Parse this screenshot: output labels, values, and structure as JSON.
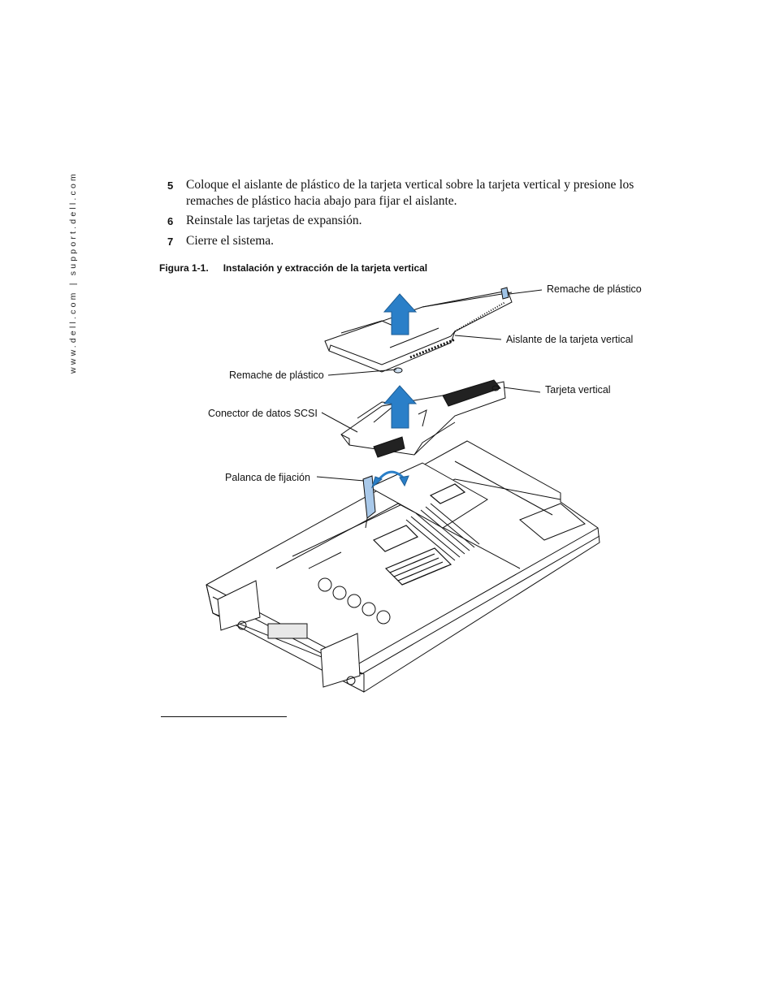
{
  "side_text": "www.dell.com | support.dell.com",
  "steps": [
    {
      "num": "5",
      "text": "Coloque el aislante de plástico de la tarjeta vertical sobre la tarjeta vertical y presione los remaches de plástico hacia abajo para fijar el aislante."
    },
    {
      "num": "6",
      "text": "Reinstale las tarjetas de expansión."
    },
    {
      "num": "7",
      "text": "Cierre el sistema."
    }
  ],
  "figure": {
    "label": "Figura 1-1.",
    "title": "Instalación y extracción de la tarjeta vertical",
    "callouts": {
      "rivet_top": "Remache de plástico",
      "insulator": "Aislante de la tarjeta vertical",
      "rivet_left": "Remache de plástico",
      "riser": "Tarjeta vertical",
      "scsi": "Conector de datos SCSI",
      "lever": "Palanca de fijación"
    },
    "colors": {
      "arrow": "#2a7fc8",
      "line": "#111111"
    }
  }
}
